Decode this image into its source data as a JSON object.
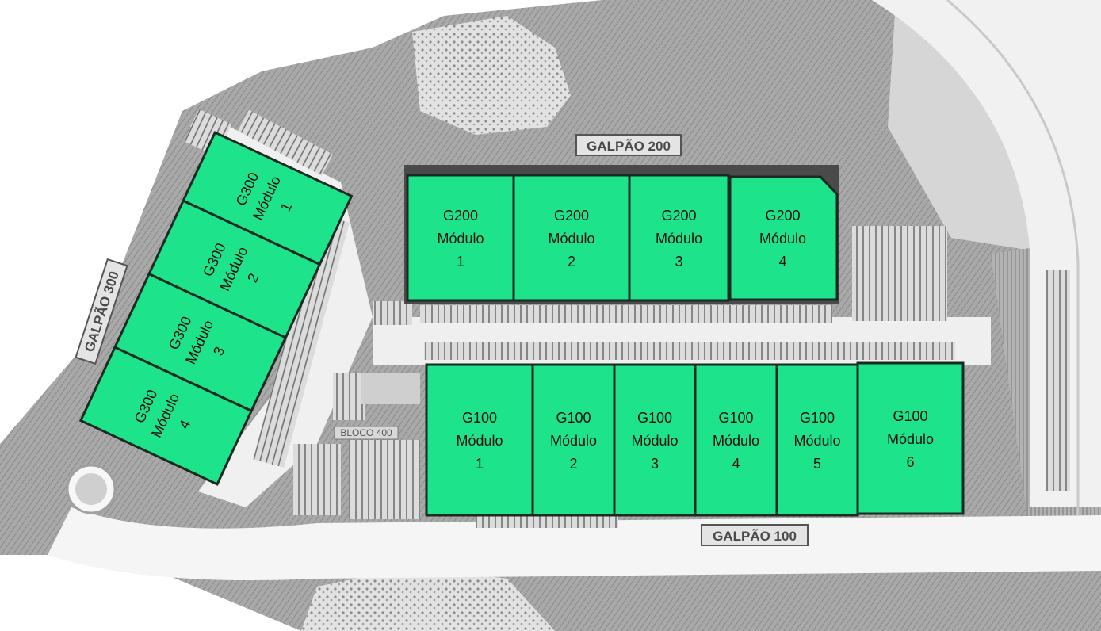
{
  "site_map": {
    "labels": {
      "galpao_100": "GALPÃO 100",
      "galpao_200": "GALPÃO 200",
      "galpao_300": "GALPÃO 300",
      "bloco_400": "BLOCO 400"
    },
    "colors": {
      "module_fill": "#1de38a",
      "module_border": "#1a2a22",
      "terrain_dark": "#9a9a9a",
      "terrain_mid": "#b8b8b8",
      "terrain_light": "#d4d4d4",
      "road": "#f4f4f4"
    },
    "g200_modules": [
      {
        "line1": "G200",
        "line2": "Módulo",
        "line3": "1"
      },
      {
        "line1": "G200",
        "line2": "Módulo",
        "line3": "2"
      },
      {
        "line1": "G200",
        "line2": "Módulo",
        "line3": "3"
      },
      {
        "line1": "G200",
        "line2": "Módulo",
        "line3": "4"
      }
    ],
    "g100_modules": [
      {
        "line1": "G100",
        "line2": "Módulo",
        "line3": "1"
      },
      {
        "line1": "G100",
        "line2": "Módulo",
        "line3": "2"
      },
      {
        "line1": "G100",
        "line2": "Módulo",
        "line3": "3"
      },
      {
        "line1": "G100",
        "line2": "Módulo",
        "line3": "4"
      },
      {
        "line1": "G100",
        "line2": "Módulo",
        "line3": "5"
      },
      {
        "line1": "G100",
        "line2": "Módulo",
        "line3": "6"
      }
    ],
    "g300_modules": [
      {
        "line1": "G300",
        "line2": "Módulo",
        "line3": "1"
      },
      {
        "line1": "G300",
        "line2": "Módulo",
        "line3": "2"
      },
      {
        "line1": "G300",
        "line2": "Módulo",
        "line3": "3"
      },
      {
        "line1": "G300",
        "line2": "Módulo",
        "line3": "4"
      }
    ]
  }
}
